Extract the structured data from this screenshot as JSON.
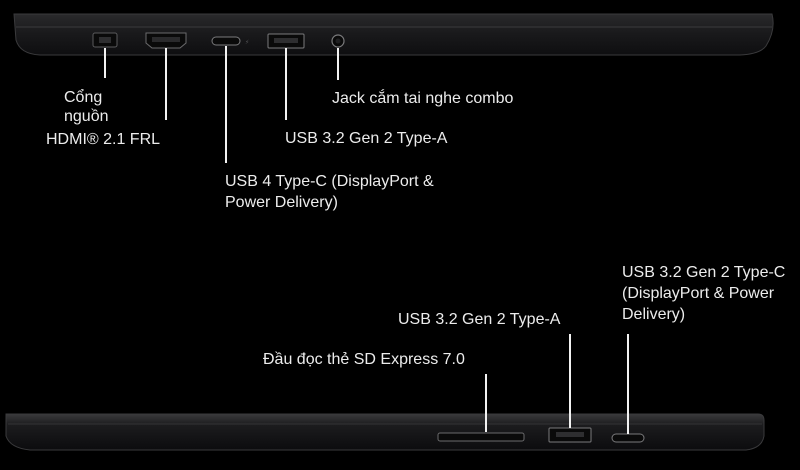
{
  "top_side": {
    "callouts": [
      {
        "id": "power",
        "lines": [
          "Cổng",
          "nguồn"
        ]
      },
      {
        "id": "hdmi",
        "lines": [
          "HDMI® 2.1 FRL"
        ]
      },
      {
        "id": "usb4",
        "lines": [
          "USB 4 Type-C (DisplayPort &",
          "Power Delivery)"
        ]
      },
      {
        "id": "usba",
        "lines": [
          "USB 3.2 Gen 2 Type-A"
        ]
      },
      {
        "id": "jack",
        "lines": [
          "Jack cắm tai nghe combo"
        ]
      }
    ]
  },
  "bottom_side": {
    "callouts": [
      {
        "id": "sd",
        "lines": [
          "Đầu đọc thẻ SD Express 7.0"
        ]
      },
      {
        "id": "usba2",
        "lines": [
          "USB 3.2 Gen 2 Type-A"
        ]
      },
      {
        "id": "usbc",
        "lines": [
          "USB 3.2 Gen 2 Type-C",
          "(DisplayPort & Power",
          "Delivery)"
        ]
      }
    ]
  },
  "colors": {
    "background": "#000000",
    "chassis": "#1c1c1e",
    "chassis_edge": "#3a3a3c",
    "leader_line": "#f2f2f2",
    "text": "#ececec"
  }
}
